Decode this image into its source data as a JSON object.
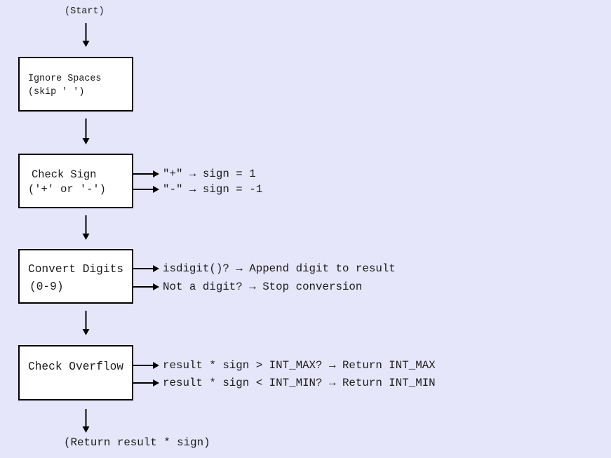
{
  "diagram": {
    "start_label": "(Start)",
    "end_label": "(Return result * sign)",
    "boxes": [
      {
        "id": "ignore-spaces",
        "lines": [
          "Ignore Spaces",
          "(skip ' ')"
        ],
        "branches": []
      },
      {
        "id": "check-sign",
        "lines": [
          "Check Sign",
          "('+' or '-')"
        ],
        "branches": [
          "\"+\" → sign = 1",
          "\"-\" → sign = -1"
        ]
      },
      {
        "id": "convert-digits",
        "lines": [
          "Convert Digits",
          "(0-9)"
        ],
        "branches": [
          "isdigit()? → Append digit to result",
          "Not a digit? → Stop conversion"
        ]
      },
      {
        "id": "check-overflow",
        "lines": [
          "Check Overflow"
        ],
        "branches": [
          "result * sign > INT_MAX? → Return INT_MAX",
          "result * sign < INT_MIN? → Return INT_MIN"
        ]
      }
    ],
    "colors": {
      "background": "#E6E6FA",
      "box_fill": "#FFFFFF",
      "line": "#000000",
      "text": "#1A1A1A"
    }
  }
}
